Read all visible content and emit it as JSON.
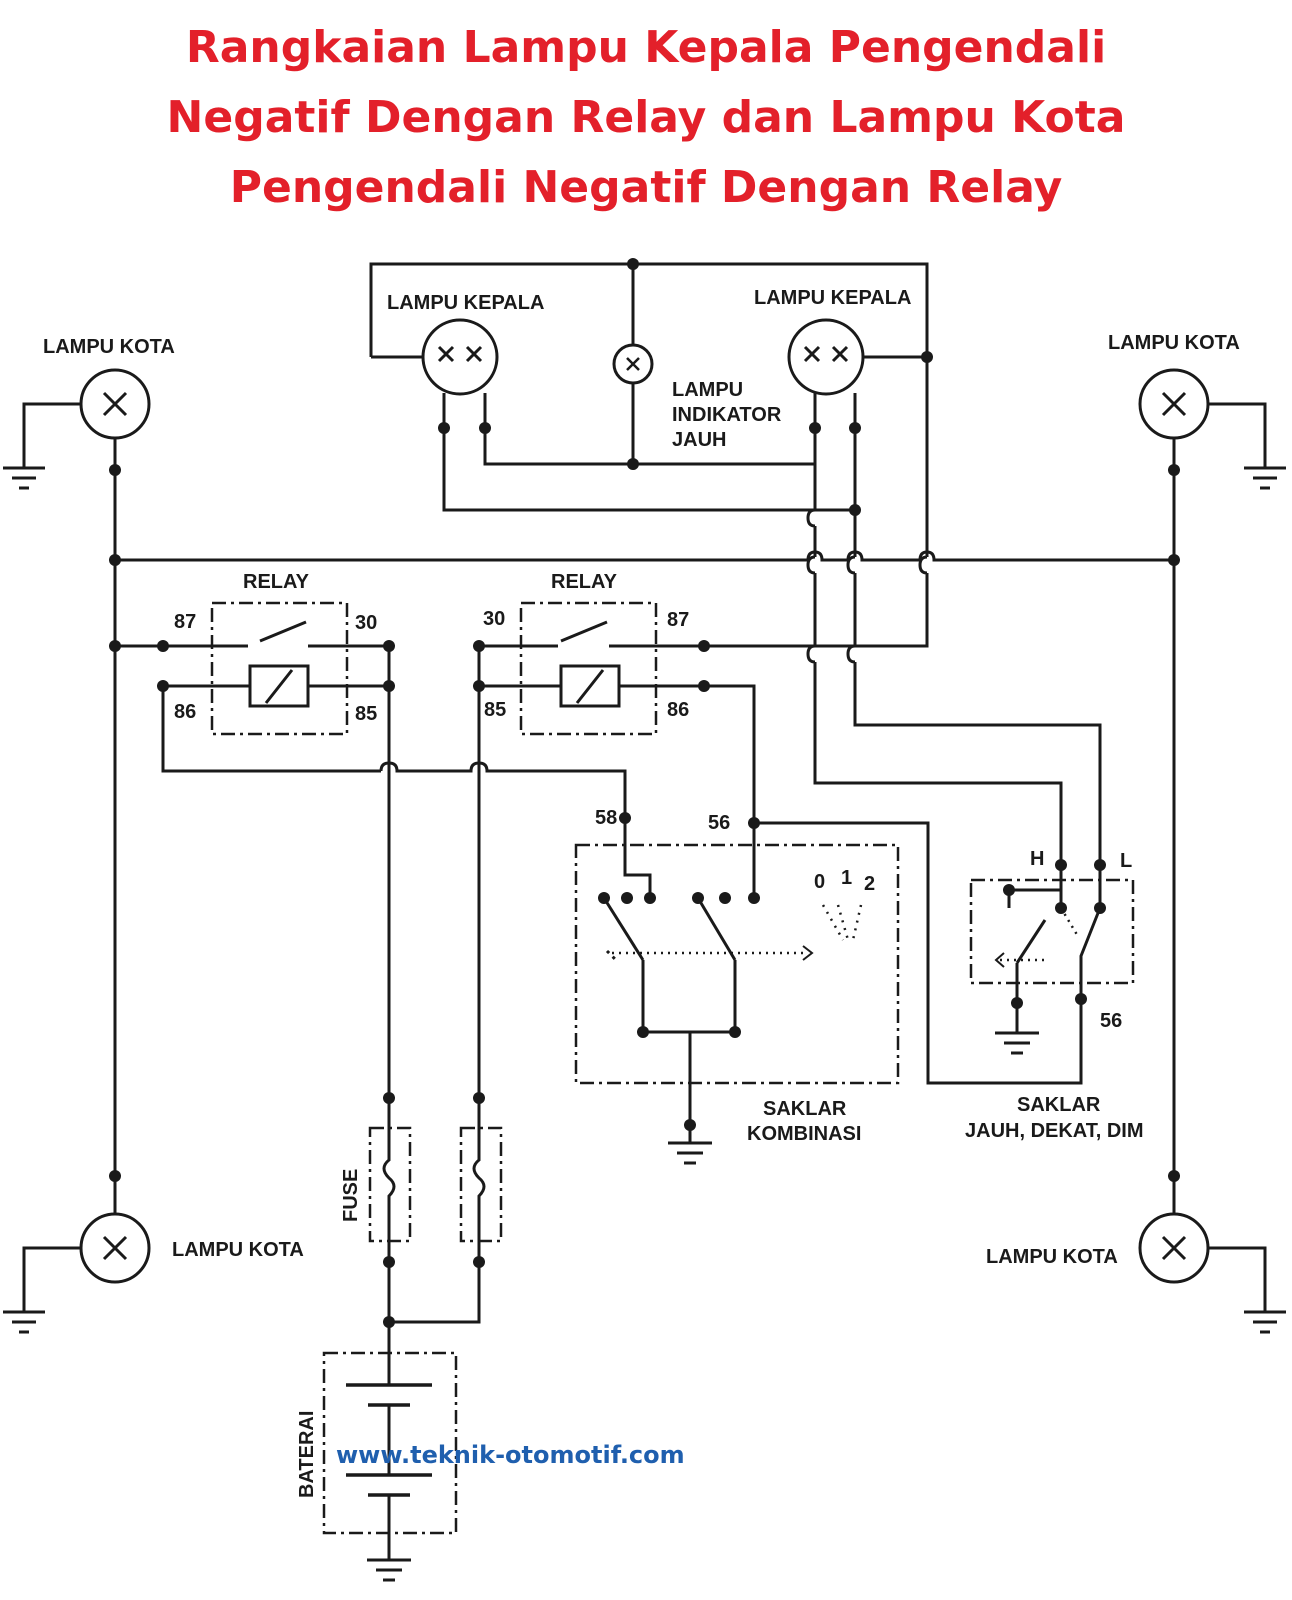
{
  "title": {
    "line1": "Rangkaian Lampu Kepala Pengendali",
    "line2": "Negatif Dengan Relay dan Lampu Kota",
    "line3": "Pengendali Negatif Dengan Relay"
  },
  "labels": {
    "lampu_kepala": "LAMPU KEPALA",
    "lampu_kota": "LAMPU KOTA",
    "lampu_indikator_1": "LAMPU",
    "lampu_indikator_2": "INDIKATOR",
    "lampu_indikator_3": "JAUH",
    "relay": "RELAY",
    "fuse": "FUSE",
    "baterai": "BATERAI",
    "saklar": "SAKLAR",
    "kombinasi": "KOMBINASI",
    "jauh_dekat_dim": "JAUH, DEKAT, DIM",
    "pos_0": "0",
    "pos_1": "1",
    "pos_2": "2",
    "h": "H",
    "l": "L"
  },
  "terminals": {
    "t87": "87",
    "t30": "30",
    "t86": "86",
    "t85": "85",
    "t58": "58",
    "t56": "56"
  },
  "website": "www.teknik-otomotif.com",
  "colors": {
    "title": "#e3202a",
    "url": "#1f5fae",
    "line": "#1a1a1a"
  }
}
